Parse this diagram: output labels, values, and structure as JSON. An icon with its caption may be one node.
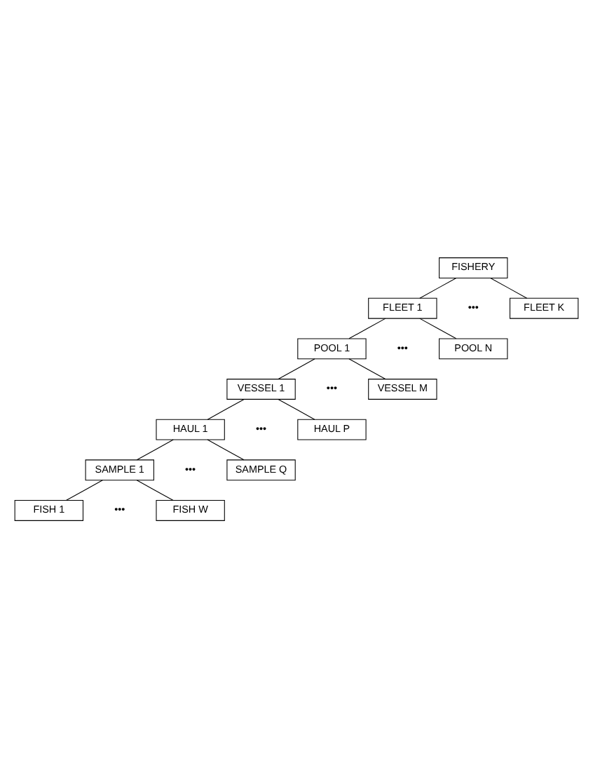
{
  "diagram": {
    "nodes": [
      {
        "text": [
          "FISHERY"
        ]
      },
      {
        "text": [
          "FLEET 1"
        ]
      },
      {
        "text": [
          "FLEET K"
        ]
      },
      {
        "text": [
          "POOL 1"
        ]
      },
      {
        "text": [
          "POOL N"
        ]
      },
      {
        "text": [
          "VESSEL 1"
        ]
      },
      {
        "text": [
          "VESSEL M"
        ]
      },
      {
        "text": [
          "HAUL 1"
        ]
      },
      {
        "text": [
          "HAUL P"
        ]
      },
      {
        "text": [
          "SAMPLE 1"
        ]
      },
      {
        "text": [
          "SAMPLE Q"
        ]
      },
      {
        "text": [
          "FISH 1"
        ]
      },
      {
        "text": [
          "FISH W"
        ]
      }
    ],
    "edges": [
      {
        "from": 0,
        "to": 1,
        "arrow": "none"
      },
      {
        "from": 0,
        "to": 2,
        "arrow": "none"
      },
      {
        "from": 1,
        "to": 3,
        "arrow": "none"
      },
      {
        "from": 1,
        "to": 4,
        "arrow": "none"
      },
      {
        "from": 3,
        "to": 5,
        "arrow": "none"
      },
      {
        "from": 3,
        "to": 6,
        "arrow": "none"
      },
      {
        "from": 5,
        "to": 7,
        "arrow": "none"
      },
      {
        "from": 5,
        "to": 8,
        "arrow": "none"
      },
      {
        "from": 7,
        "to": 9,
        "arrow": "none"
      },
      {
        "from": 7,
        "to": 10,
        "arrow": "none"
      },
      {
        "from": 9,
        "to": 11,
        "arrow": "none"
      },
      {
        "from": 9,
        "to": 12,
        "arrow": "none"
      }
    ],
    "labels": [
      "•••",
      "•••",
      "•••",
      "•••",
      "•••",
      "•••"
    ]
  }
}
